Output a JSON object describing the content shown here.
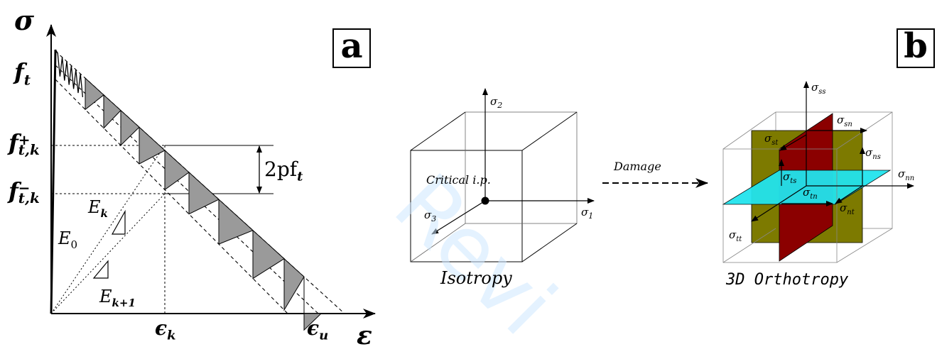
{
  "panel_a": {
    "panel_label": "a",
    "axes": {
      "y_symbol": "σ",
      "x_symbol": "ε"
    },
    "y_ticks": {
      "ft": "f",
      "ft_sub": "t",
      "ftk_plus": "f",
      "ftk_plus_sub": "t,k",
      "ftk_plus_sup": "+",
      "ftk_minus": "f",
      "ftk_minus_sub": "t,k",
      "ftk_minus_sup": "−"
    },
    "x_ticks": {
      "eps_k": "ϵ",
      "eps_k_sub": "k",
      "eps_u": "ϵ",
      "eps_u_sub": "u"
    },
    "labels": {
      "e0": "E",
      "e0_sub": "0",
      "ek": "E",
      "ek_sub": "k",
      "ek1": "E",
      "ek1_sub": "k+1",
      "dim": "2pf",
      "dim_sub": "t"
    }
  },
  "panel_b": {
    "panel_label": "b",
    "left_cube": {
      "title": "Isotropy",
      "point_label": "Critical i.p.",
      "s1": "σ",
      "s1_sub": "1",
      "s2": "σ",
      "s2_sub": "2",
      "s3": "σ",
      "s3_sub": "3"
    },
    "arrow_label": "Damage",
    "right_cube": {
      "title": "3D Orthotropy",
      "ss": "σ",
      "ss_sub": "ss",
      "sn": "σ",
      "sn_sub": "sn",
      "st": "σ",
      "st_sub": "st",
      "ns": "σ",
      "ns_sub": "ns",
      "ts": "σ",
      "ts_sub": "ts",
      "nn": "σ",
      "nn_sub": "nn",
      "tn": "σ",
      "tn_sub": "tn",
      "nt": "σ",
      "nt_sub": "nt",
      "tt": "σ",
      "tt_sub": "tt"
    },
    "colors": {
      "olive": "#7d7a00",
      "red": "#8b0000",
      "cyan": "#22e4ee"
    }
  },
  "watermark": "Revi"
}
